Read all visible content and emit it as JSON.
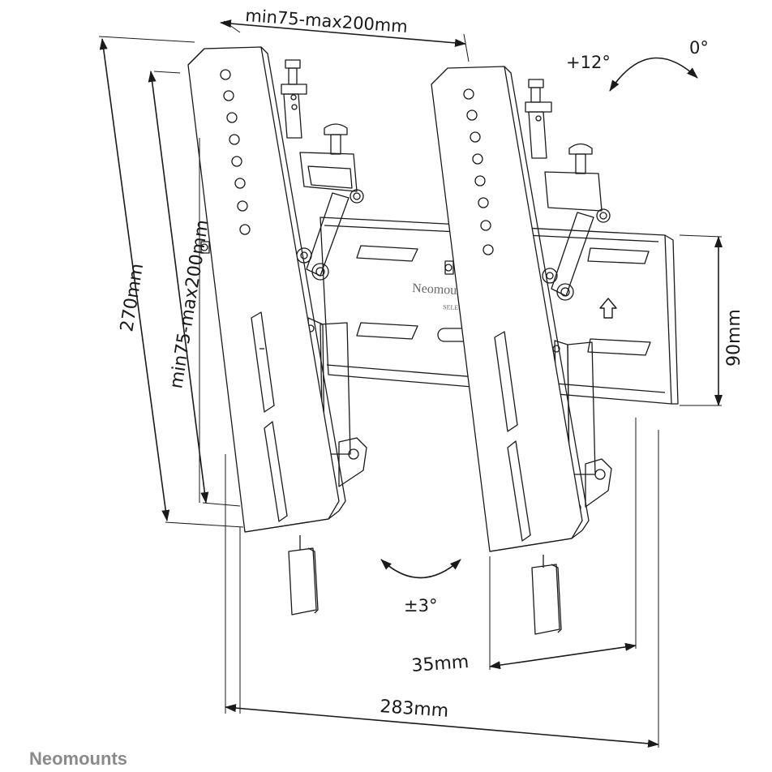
{
  "dimensions": {
    "top_width": "min75-max200mm",
    "height_total": "270mm",
    "height_adjustable": "min75-max200mm",
    "rail_height": "90mm",
    "depth": "35mm",
    "total_width": "283mm"
  },
  "angles": {
    "tilt_plus": "+12°",
    "tilt_zero": "0°",
    "swivel": "±3°"
  },
  "plate_logo": {
    "name": "Neomounts",
    "sub": "SELECT"
  },
  "brand": "Neomounts",
  "colors": {
    "line": "#1a1a1a",
    "brand": "#8a8a8a"
  }
}
